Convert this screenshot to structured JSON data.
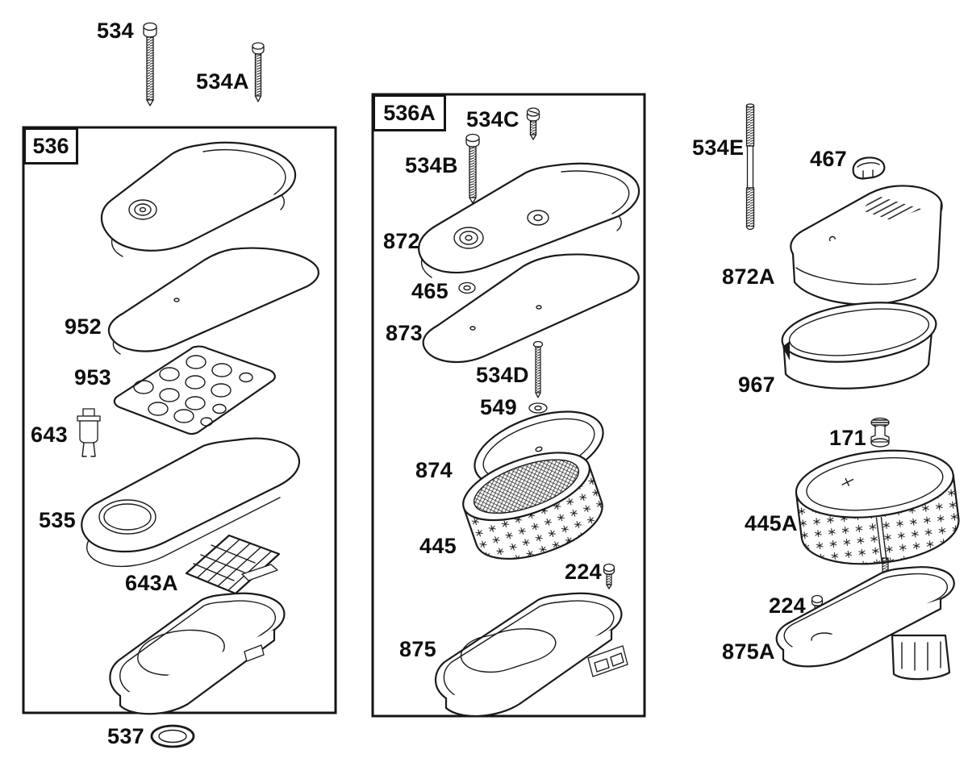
{
  "groups": {
    "g536": {
      "label": "536"
    },
    "g536A": {
      "label": "536A"
    }
  },
  "parts": {
    "p534": "534",
    "p534A": "534A",
    "p534B": "534B",
    "p534C": "534C",
    "p534D": "534D",
    "p534E": "534E",
    "p535": "535",
    "p537": "537",
    "p643": "643",
    "p643A": "643A",
    "p952": "952",
    "p953": "953",
    "p465": "465",
    "p549": "549",
    "p445": "445",
    "p445A": "445A",
    "p224": "224",
    "p467": "467",
    "p872": "872",
    "p872A": "872A",
    "p873": "873",
    "p874": "874",
    "p875": "875",
    "p875A": "875A",
    "p967": "967",
    "p171": "171"
  },
  "line_color": "#1a1a1a"
}
